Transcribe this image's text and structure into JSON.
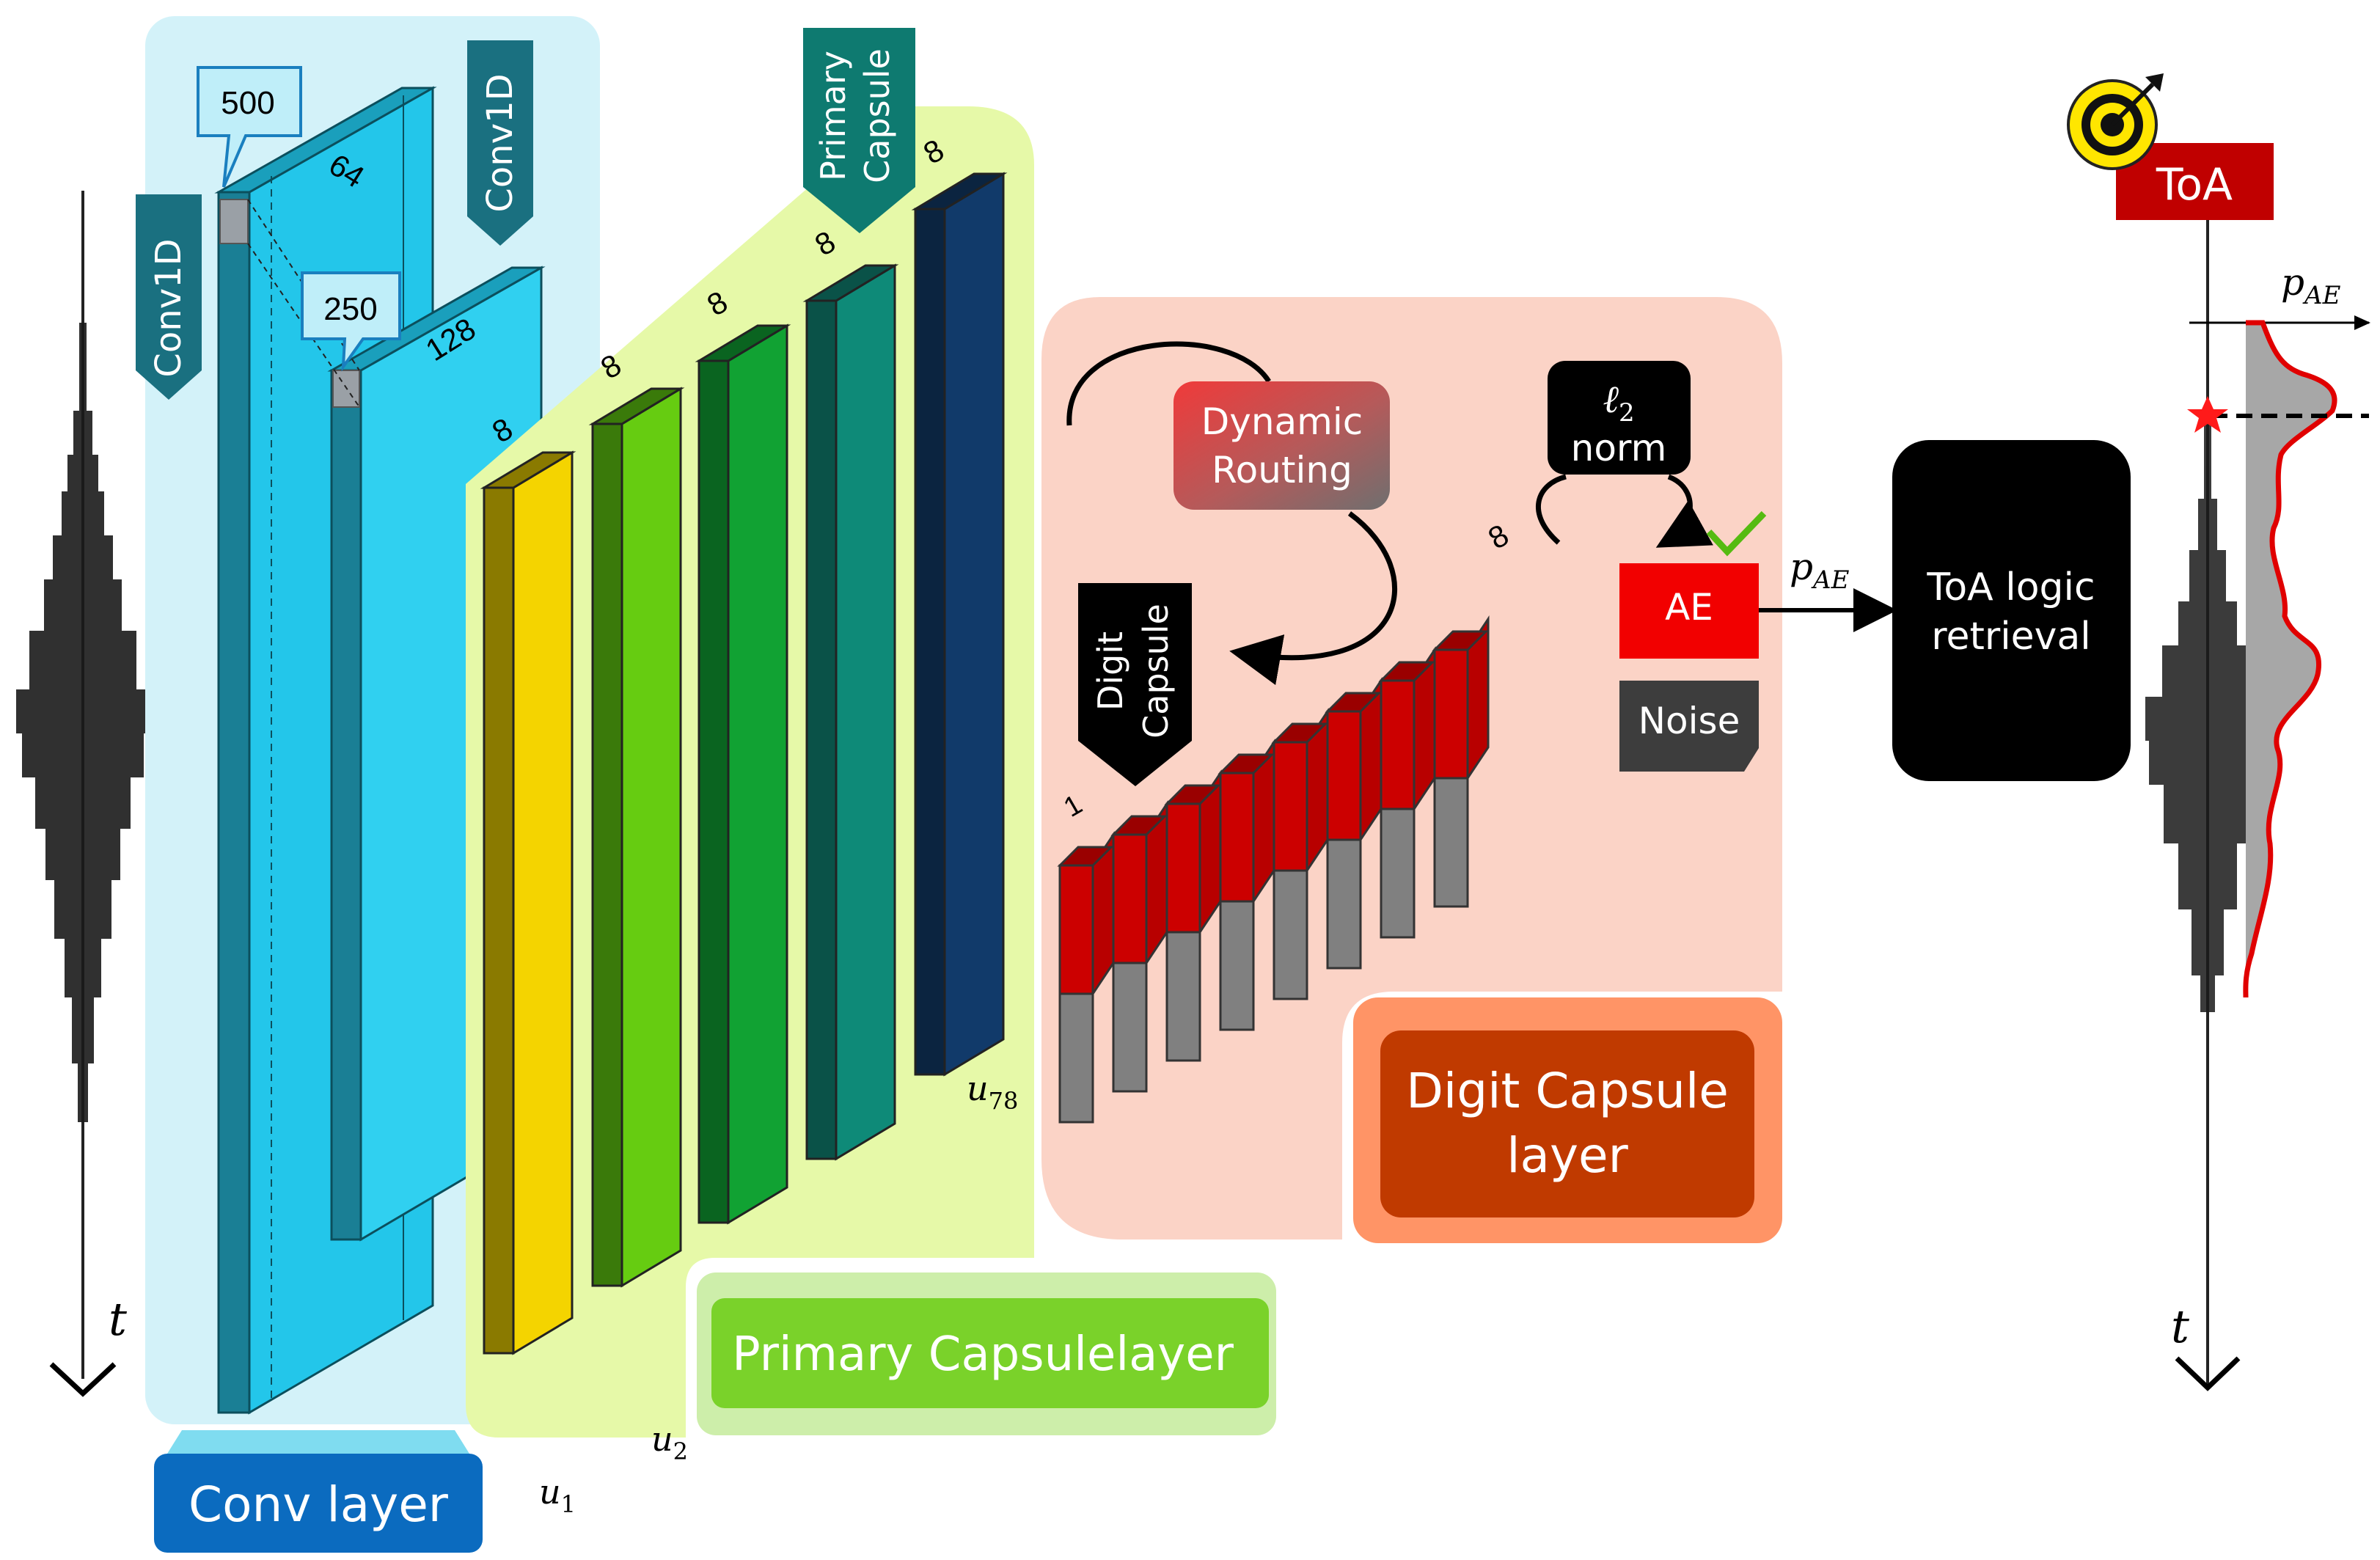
{
  "conv": {
    "tag_left": "Conv1D",
    "tag_right": "Conv1D",
    "callout_1": "500",
    "callout_2": "250",
    "dim_1": "64",
    "dim_2": "128",
    "layer_label": "Conv layer"
  },
  "primary": {
    "tag": [
      "Primary",
      "Capsule"
    ],
    "dims": [
      "8",
      "8",
      "8",
      "8",
      "8"
    ],
    "u_first_base": "u",
    "u_first_sub": "1",
    "u_second_base": "u",
    "u_second_sub": "2",
    "u_last_base": "u",
    "u_last_sub": "78",
    "layer_label": "Primary Capsulelayer"
  },
  "digit": {
    "routing": [
      "Dynamic",
      "Routing"
    ],
    "tag": [
      "Digit",
      "Capsule"
    ],
    "norm_symbol": "ℓ",
    "norm_sub": "2",
    "norm_word": "norm",
    "dim_top": "8",
    "dim_side": "1",
    "ae": "AE",
    "noise": "Noise",
    "layer_label": [
      "Digit Capsule",
      "layer"
    ]
  },
  "output": {
    "p_base": "p",
    "p_sub": "AE",
    "retrieval": [
      "ToA logic",
      "retrieval"
    ],
    "toa": "ToA",
    "axis_t": "t"
  },
  "colors": {
    "conv_bg": "#d3f2f9",
    "conv_block": "#23c6ea",
    "primary_bg": "#e6f9a8",
    "digit_bg": "#fbd3c6",
    "caps": [
      "#f4d400",
      "#66cc11",
      "#11a233",
      "#0e8a78",
      "#113a6a"
    ],
    "red": "#d40000",
    "gray": "#7a7a7a"
  }
}
